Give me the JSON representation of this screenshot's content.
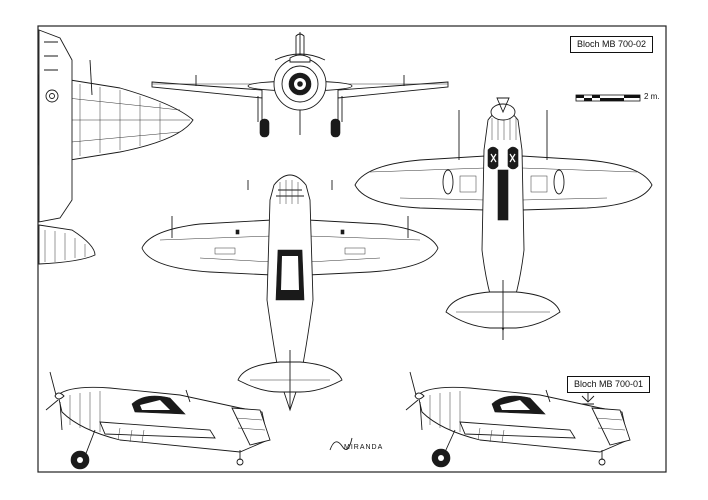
{
  "drawing": {
    "label_top": "Bloch MB 700-02",
    "label_bottom": "Bloch MB 700-01",
    "scale_label": "2 m.",
    "signature": "MIRANDA"
  }
}
